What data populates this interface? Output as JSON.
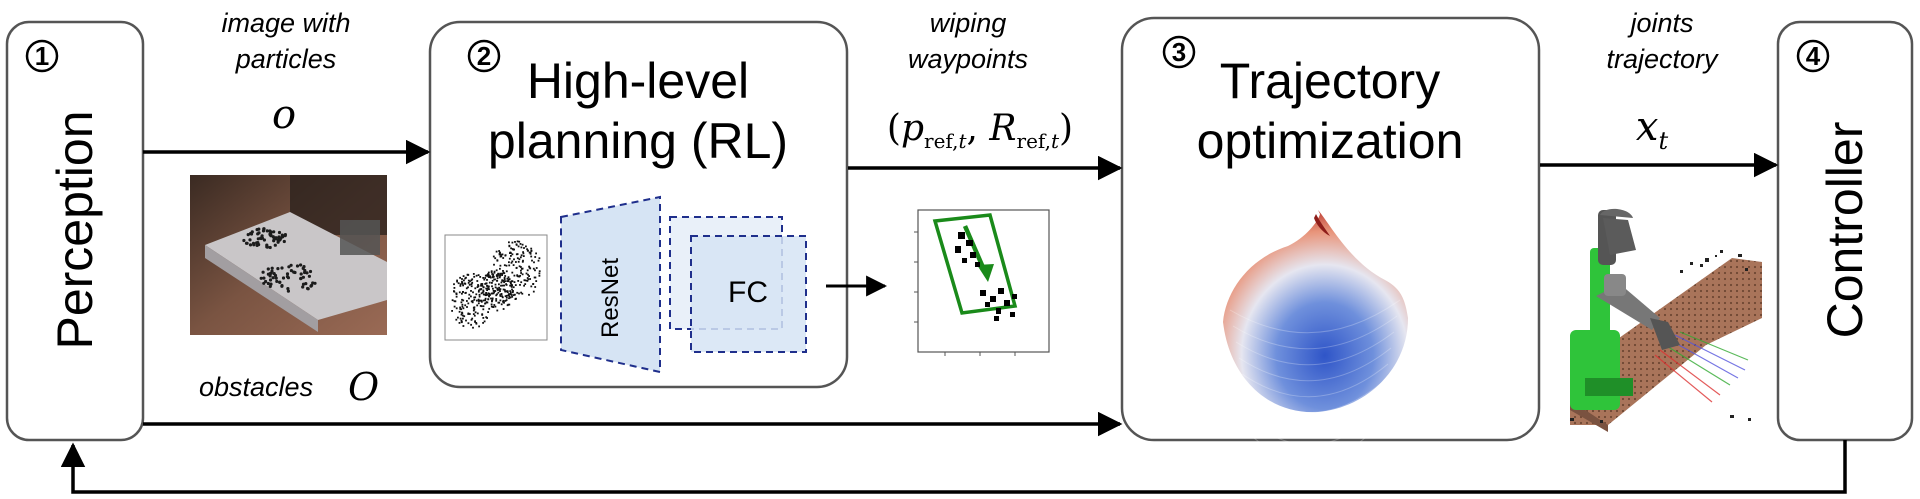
{
  "blocks": {
    "perception": {
      "number": "1",
      "label": "Perception"
    },
    "planning": {
      "number": "2",
      "label_line1": "High-level",
      "label_line2": "planning (RL)",
      "resnet_label": "ResNet",
      "fc_label": "FC"
    },
    "trajectory": {
      "number": "3",
      "label_line1": "Trajectory",
      "label_line2": "optimization"
    },
    "controller": {
      "number": "4",
      "label": "Controller"
    }
  },
  "edges": {
    "image": {
      "label_line1": "image with",
      "label_line2": "particles",
      "symbol": "o"
    },
    "waypoints": {
      "label_line1": "wiping",
      "label_line2": "waypoints",
      "symbol_open": "(",
      "p_base": "p",
      "p_sub": "ref,",
      "p_sub_t": "t",
      "comma": ", ",
      "r_base": "R",
      "r_sub": "ref,",
      "r_sub_t": "t",
      "symbol_close": ")"
    },
    "joints": {
      "label_line1": "joints",
      "label_line2": "trajectory",
      "symbol_base": "x",
      "symbol_sub": "t"
    },
    "obstacles": {
      "label": "obstacles",
      "symbol": "O"
    }
  },
  "colors": {
    "network_fill": "#d6e4f4",
    "network_stroke": "#1f2f8c",
    "wipe_box": "#1a8a1a",
    "robot_green": "#2fc43a",
    "table_brown": "#a9745a"
  }
}
